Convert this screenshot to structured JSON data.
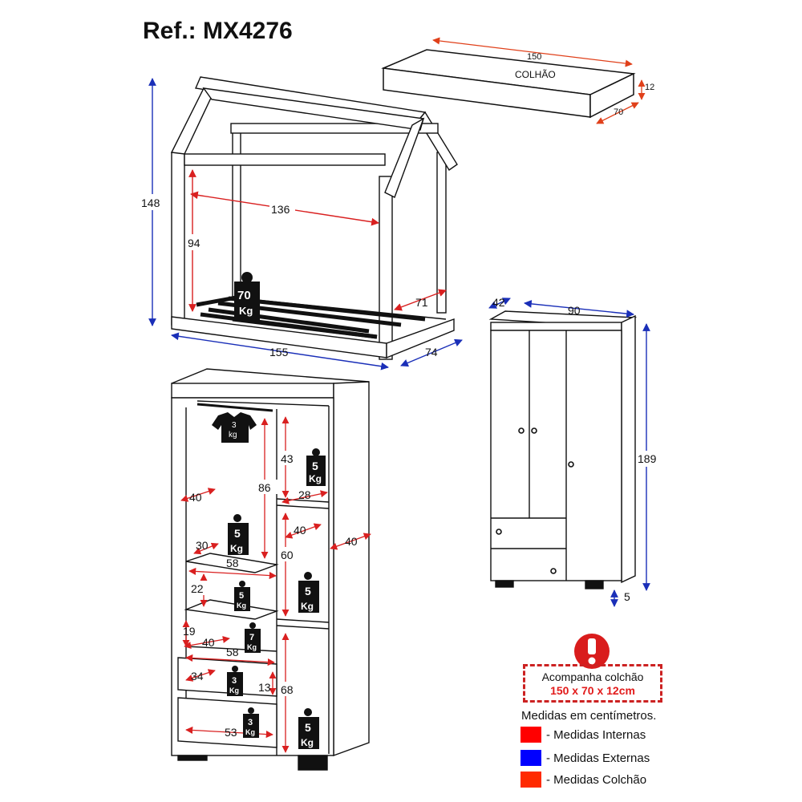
{
  "ref_title": "Ref.: MX4276",
  "mattress": {
    "label": "COLHÃO",
    "length": "150",
    "height": "12",
    "width": "70"
  },
  "bed": {
    "height": "148",
    "inner_length": "136",
    "inner_height": "94",
    "side": "71",
    "length": "155",
    "depth": "74",
    "load_value": "70",
    "load_unit": "Kg"
  },
  "wardrobe_front": {
    "depth": "42",
    "width": "90",
    "height": "189",
    "feet": "5"
  },
  "wardrobe_interior": {
    "hanger_load": "3",
    "hanger_unit": "kg",
    "d43": "43",
    "d86": "86",
    "d40_left": "40",
    "d28": "28",
    "d40_mid": "40",
    "d40_right": "40",
    "d30": "30",
    "d60": "60",
    "d58_top": "58",
    "d22": "22",
    "d19": "19",
    "d40_low": "40",
    "d58_low": "58",
    "d34": "34",
    "d13": "13",
    "d68": "68",
    "d53": "53",
    "w5_a": "5",
    "w5_b": "5",
    "w5_c": "5",
    "w5_d": "5",
    "w5_e": "5",
    "w7": "7",
    "w3_a": "3",
    "w3_b": "3",
    "kg_big": "Kg",
    "kg_small": "Kg"
  },
  "notice": {
    "line1": "Acompanha colchão",
    "line2": "150 x 70 x 12cm"
  },
  "units_note": "Medidas em centímetros.",
  "legend": [
    {
      "label": "- Medidas Internas",
      "color": "#ff0000"
    },
    {
      "label": "- Medidas Externas",
      "color": "#0000ff"
    },
    {
      "label": "- Medidas Colchão",
      "color": "#ff2a00"
    }
  ],
  "colors": {
    "internal": "#d92020",
    "external": "#1a2fb8",
    "mattress": "#e0401a",
    "notice_border": "#cc2222",
    "notice_text": "#e21b1b"
  }
}
